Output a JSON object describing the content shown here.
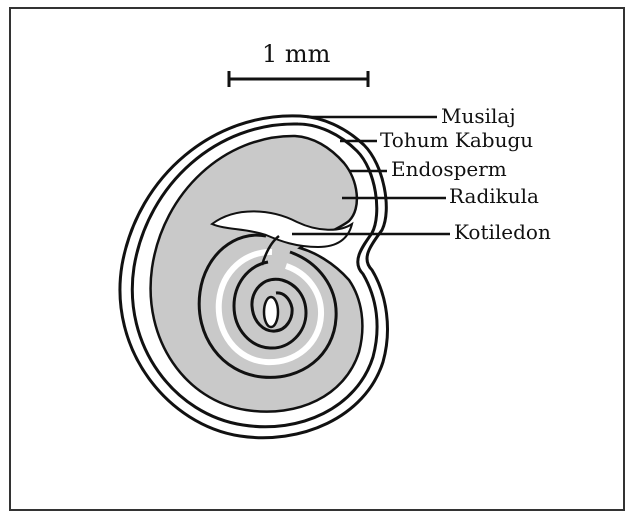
{
  "scale_bar": {
    "label": "1 mm"
  },
  "labels": {
    "musilaj": "Musilaj",
    "tohum_kabugu": "Tohum Kabugu",
    "endosperm": "Endosperm",
    "radikula": "Radikula",
    "kotiledon": "Kotiledon"
  },
  "colors": {
    "background": "#ffffff",
    "frame": "#333333",
    "outline": "#111111",
    "tissue_fill": "#c9c9c9"
  }
}
